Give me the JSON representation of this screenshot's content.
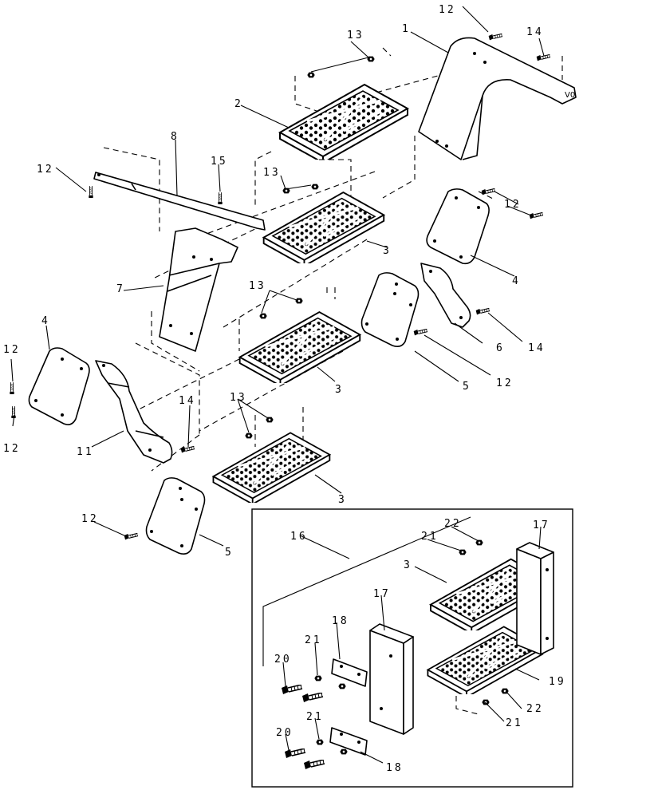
{
  "diagram": {
    "callouts": {
      "c1": "1",
      "c2": "2",
      "c3a": "3",
      "c3b": "3",
      "c3c": "3",
      "c3d": "3",
      "c4a": "4",
      "c4b": "4",
      "c5a": "5",
      "c5b": "5",
      "c6": "6",
      "c7": "7",
      "c8": "8",
      "c11": "11",
      "c12a": "12",
      "c12b": "12",
      "c12c": "12",
      "c12d": "12",
      "c12e": "12",
      "c12f": "12",
      "c13a": "13",
      "c13b": "13",
      "c13c": "13",
      "c13d": "13",
      "c14a": "14",
      "c14b": "14",
      "c14c": "14",
      "c15": "15",
      "c16": "16",
      "c17a": "17",
      "c17b": "17",
      "c18a": "18",
      "c18b": "18",
      "c19": "19",
      "c20a": "20",
      "c20b": "20",
      "c21a": "21",
      "c21b": "21",
      "c21c": "21",
      "c21d": "21",
      "c22a": "22",
      "c22b": "22"
    }
  }
}
